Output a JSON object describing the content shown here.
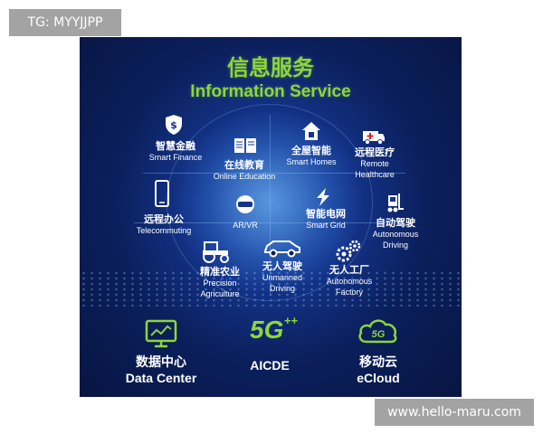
{
  "watermarks": {
    "top_left": "TG: MYYJJPP",
    "bottom_right": "www.hello-maru.com"
  },
  "colors": {
    "title_green": "#8dd63a",
    "background_navy": "#0b1f5c",
    "glow_blue": "#2f64b8",
    "text": "#ffffff"
  },
  "poster": {
    "title_cn": "信息服务",
    "title_en": "Information Service",
    "services": [
      {
        "id": "smart-finance",
        "cn": "智慧金融",
        "en": [
          "Smart Finance"
        ],
        "icon": "shield-dollar-icon"
      },
      {
        "id": "online-education",
        "cn": "在线教育",
        "en": [
          "Online Education"
        ],
        "icon": "open-book-icon"
      },
      {
        "id": "smart-homes",
        "cn": "全屋智能",
        "en": [
          "Smart Homes"
        ],
        "icon": "house-icon"
      },
      {
        "id": "telemedicine",
        "cn": "远程医疗",
        "en": [
          "Remote",
          "Healthcare"
        ],
        "icon": "ambulance-icon"
      },
      {
        "id": "telecommuting",
        "cn": "远程办公",
        "en": [
          "Telecommuting"
        ],
        "icon": "phone-icon"
      },
      {
        "id": "ar-vr",
        "cn": "",
        "en": [
          "AR/VR"
        ],
        "icon": "vr-headset-icon"
      },
      {
        "id": "smart-grid",
        "cn": "智能电网",
        "en": [
          "Smart Grid"
        ],
        "icon": "lightning-icon"
      },
      {
        "id": "autonomous-driving-right",
        "cn": "自动驾驶",
        "en": [
          "Autonomous",
          "Driving"
        ],
        "icon": "forklift-icon"
      },
      {
        "id": "precision-agriculture",
        "cn": "精准农业",
        "en": [
          "Precision",
          "Agriculture"
        ],
        "icon": "tractor-icon"
      },
      {
        "id": "unmanned-driving",
        "cn": "无人驾驶",
        "en": [
          "Unmanned",
          "Driving"
        ],
        "icon": "car-icon"
      },
      {
        "id": "autonomous-factory",
        "cn": "无人工厂",
        "en": [
          "Autonomous",
          "Factory"
        ],
        "icon": "gears-icon"
      }
    ],
    "bottom": [
      {
        "id": "data-center",
        "cn": "数据中心",
        "en": "Data Center",
        "icon": "monitor-chart-icon"
      },
      {
        "id": "aicde",
        "cn": "",
        "en": "AICDE",
        "icon": "5g-plus-icon",
        "icon_text": "5G",
        "icon_sup": "++"
      },
      {
        "id": "ecloud",
        "cn": "移动云",
        "en": "eCloud",
        "icon": "cloud-5g-icon",
        "icon_text": "5G"
      }
    ]
  }
}
